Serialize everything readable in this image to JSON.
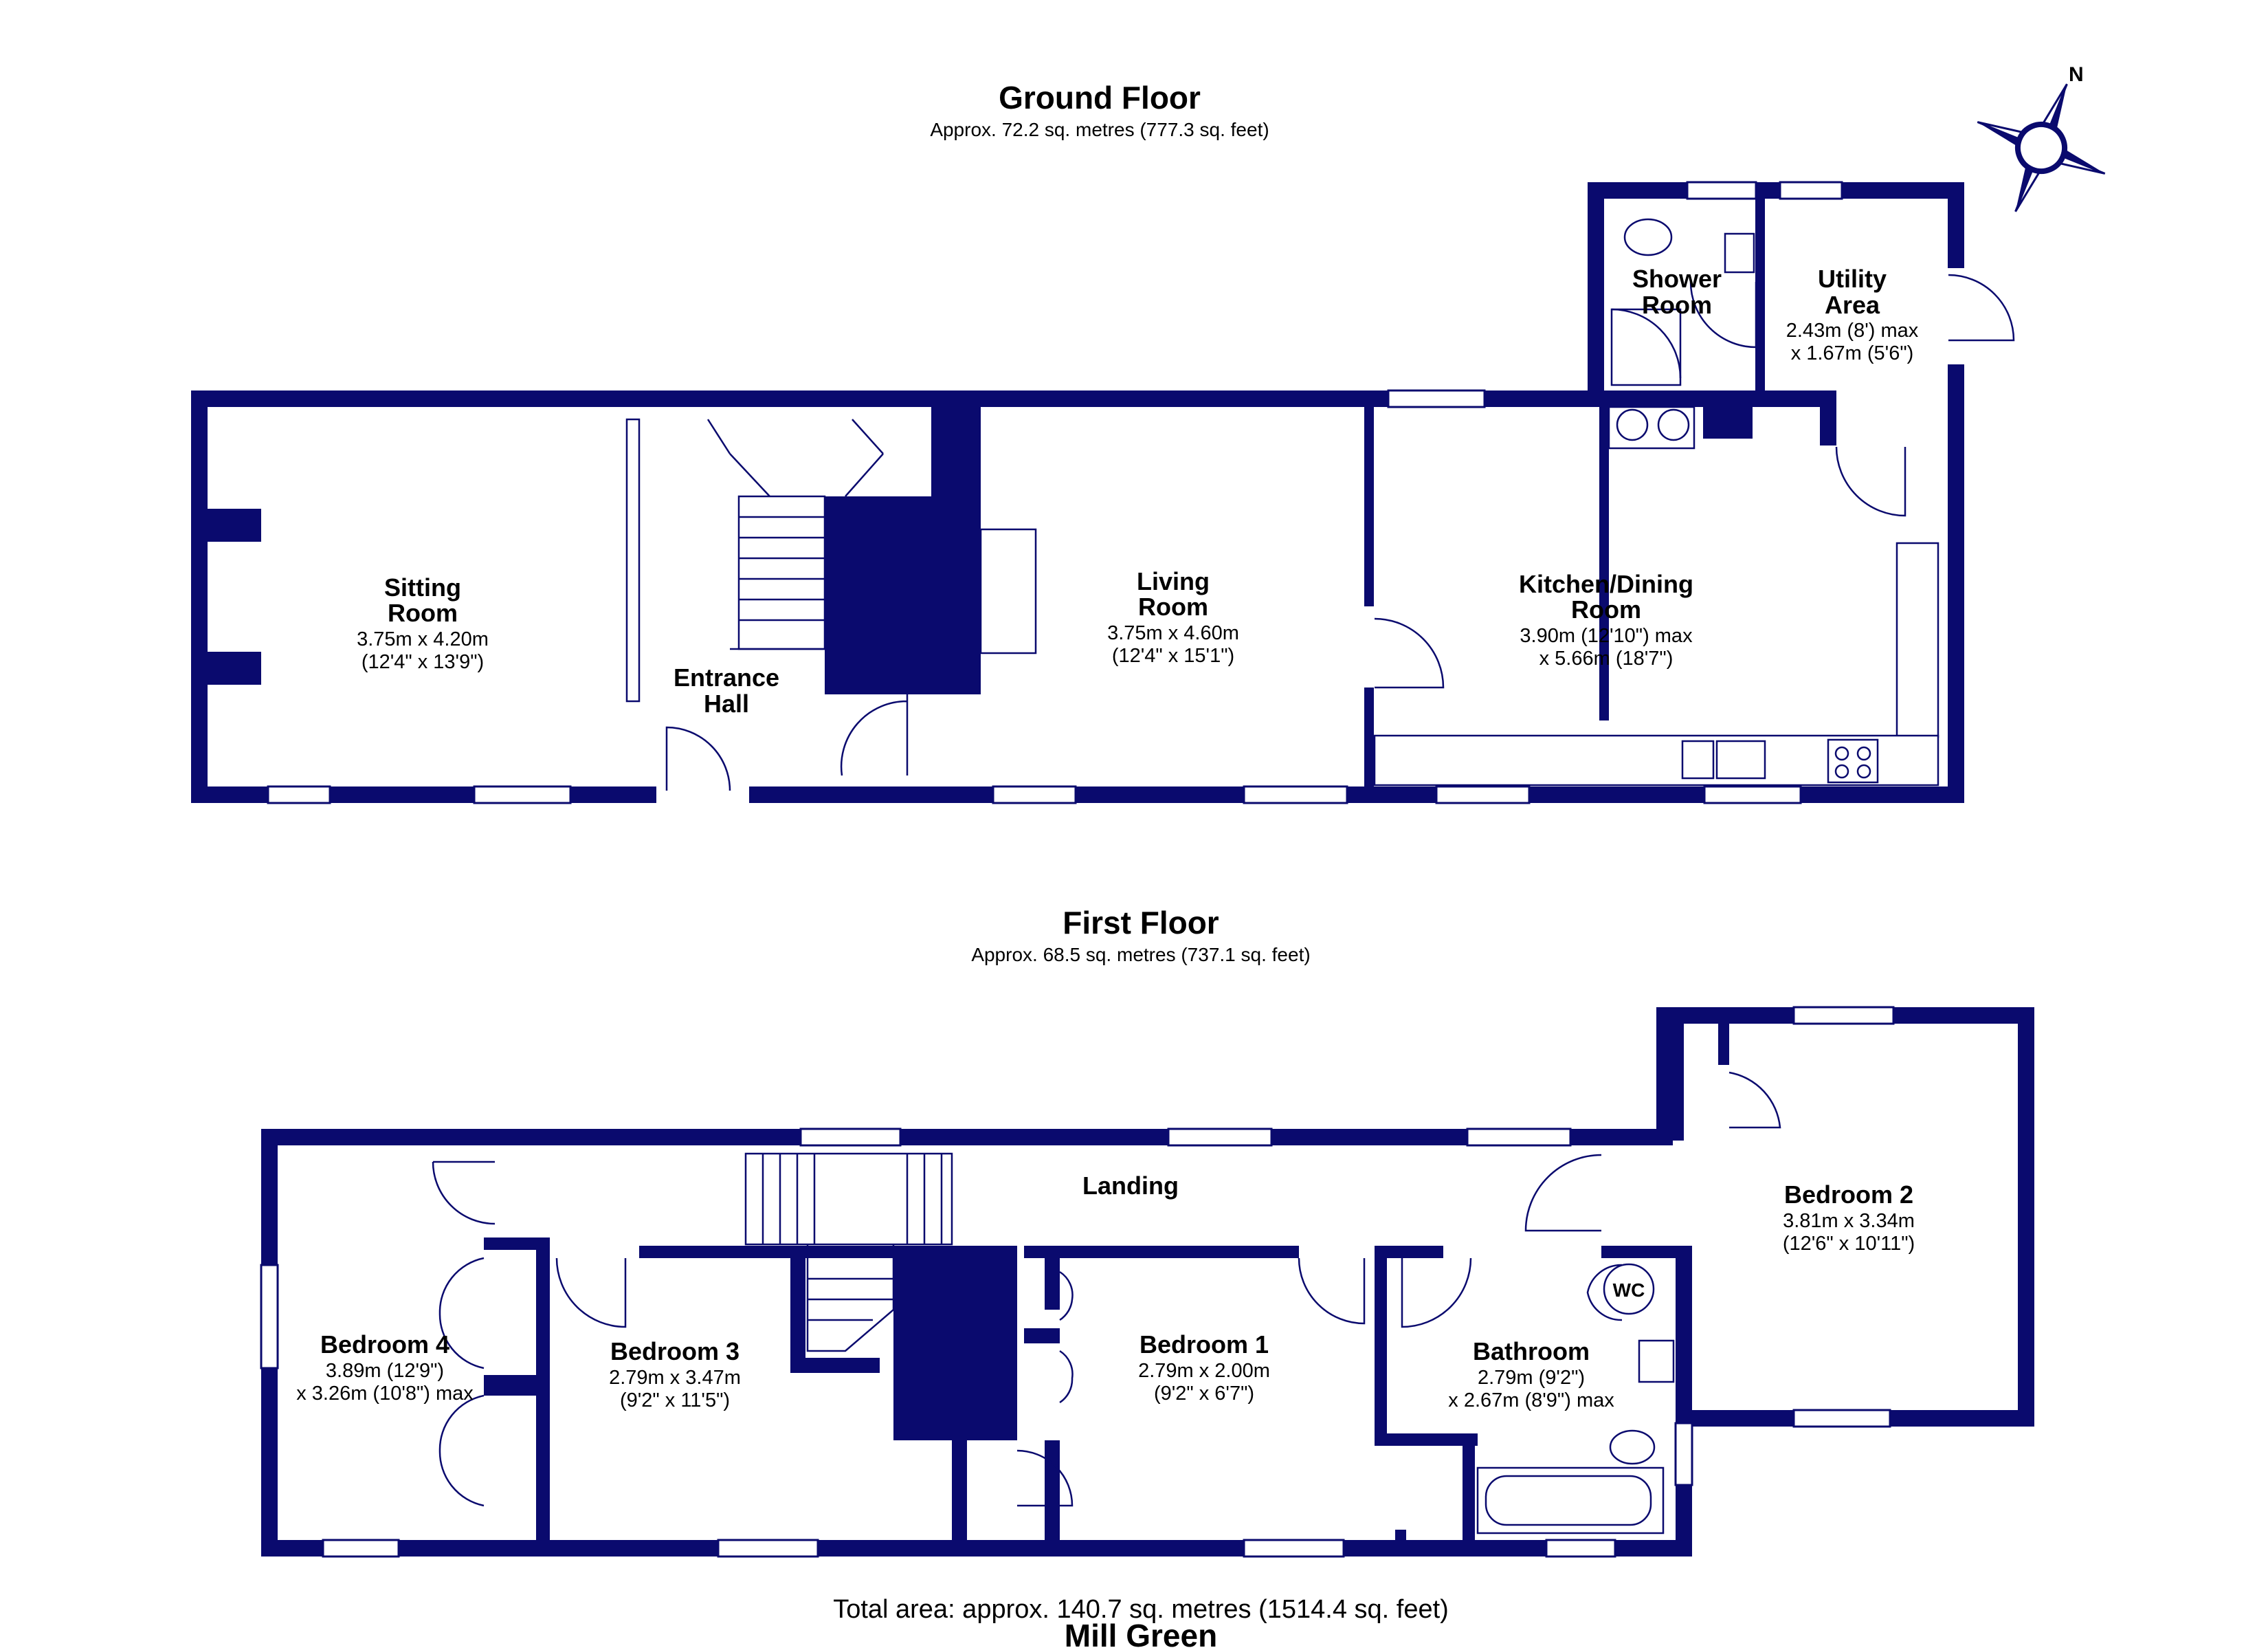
{
  "ground_floor": {
    "title": "Ground Floor",
    "area": "Approx. 72.2 sq. metres (777.3 sq. feet)",
    "rooms": {
      "sitting": {
        "name1": "Sitting",
        "name2": "Room",
        "dim1": "3.75m x 4.20m",
        "dim2": "(12'4\" x 13'9\")"
      },
      "entrance": {
        "name1": "Entrance",
        "name2": "Hall"
      },
      "living": {
        "name1": "Living",
        "name2": "Room",
        "dim1": "3.75m x 4.60m",
        "dim2": "(12'4\" x 15'1\")"
      },
      "kitchen": {
        "name1": "Kitchen/Dining",
        "name2": "Room",
        "dim1": "3.90m (12'10\") max",
        "dim2": "x 5.66m (18'7\")"
      },
      "shower": {
        "name1": "Shower",
        "name2": "Room"
      },
      "utility": {
        "name1": "Utility",
        "name2": "Area",
        "dim1": "2.43m (8') max",
        "dim2": "x 1.67m (5'6\")"
      }
    }
  },
  "first_floor": {
    "title": "First Floor",
    "area": "Approx. 68.5 sq. metres (737.1 sq. feet)",
    "rooms": {
      "landing": {
        "name1": "Landing"
      },
      "bedroom4": {
        "name1": "Bedroom 4",
        "dim1": "3.89m (12'9\")",
        "dim2": "x 3.26m (10'8\") max"
      },
      "bedroom3": {
        "name1": "Bedroom 3",
        "dim1": "2.79m x 3.47m",
        "dim2": "(9'2\" x 11'5\")"
      },
      "bedroom1": {
        "name1": "Bedroom 1",
        "dim1": "2.79m x 2.00m",
        "dim2": "(9'2\" x 6'7\")"
      },
      "bathroom": {
        "name1": "Bathroom",
        "dim1": "2.79m (9'2\")",
        "dim2": "x 2.67m (8'9\") max"
      },
      "bedroom2": {
        "name1": "Bedroom 2",
        "dim1": "3.81m x 3.34m",
        "dim2": "(12'6\" x 10'11\")"
      },
      "wc": {
        "label": "WC"
      }
    }
  },
  "compass": {
    "label": "N"
  },
  "footer": {
    "total": "Total area: approx. 140.7 sq. metres (1514.4 sq. feet)",
    "property": "Mill Green"
  },
  "colors": {
    "wall": "#0a0a6e",
    "background": "#ffffff"
  },
  "icons": [
    "compass-icon",
    "toilet-icon",
    "basin-icon",
    "shower-tray-icon",
    "bath-icon",
    "sink-icon",
    "hob-icon",
    "door-swing-icon",
    "window-icon"
  ]
}
